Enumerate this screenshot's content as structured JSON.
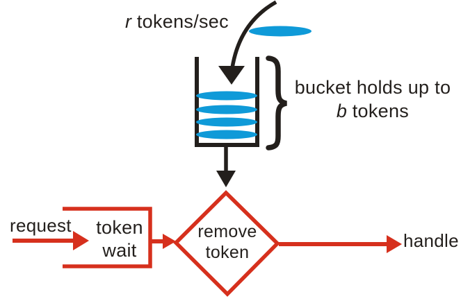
{
  "diagram": {
    "type": "flow-diagram",
    "subject": "token bucket rate limiting"
  },
  "labels": {
    "rate_var": "r",
    "rate_text": "tokens/sec",
    "capacity_line1": "bucket holds up to",
    "capacity_var": "b",
    "capacity_text": "tokens",
    "request": "request",
    "wait_box_line1": "token",
    "wait_box_line2": "wait",
    "diamond_line1": "remove",
    "diamond_line2": "token",
    "handle": "handle"
  },
  "colors": {
    "token_blue": "#0f9ad8",
    "flow_red": "#d6301d",
    "ink_black": "#231f1c",
    "background": "#ffffff"
  },
  "icons": {
    "token": "blue-ellipse-icon",
    "bucket": "open-top-container-icon",
    "brace": "right-curly-brace-icon",
    "arrows": [
      "curved-inflow-arrow-icon",
      "down-arrow-icon",
      "request-arrow-icon",
      "box-to-diamond-arrow-icon",
      "handle-arrow-icon"
    ]
  }
}
